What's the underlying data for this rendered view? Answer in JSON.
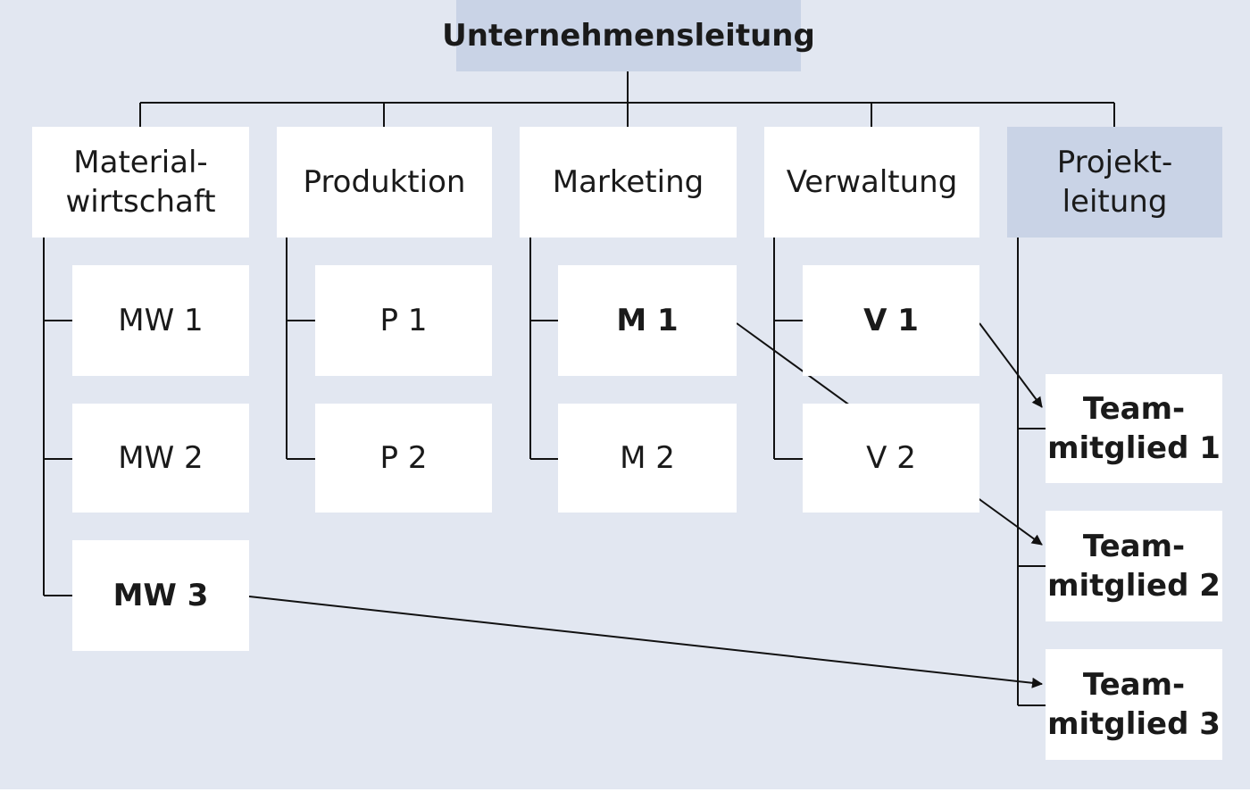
{
  "colors": {
    "background": "#e2e7f1",
    "highlight_box": "#c9d3e6",
    "box": "#ffffff",
    "line": "#111111"
  },
  "top": {
    "label": "Unternehmensleitung"
  },
  "departments": [
    {
      "label": "Material-\nwirtschaft",
      "units": [
        "MW 1",
        "MW 2",
        "MW 3"
      ]
    },
    {
      "label": "Produktion",
      "units": [
        "P 1",
        "P 2"
      ]
    },
    {
      "label": "Marketing",
      "units": [
        "M 1",
        "M 2"
      ]
    },
    {
      "label": "Verwaltung",
      "units": [
        "V 1",
        "V 2"
      ]
    }
  ],
  "project": {
    "label": "Projekt-\nleitung",
    "members": [
      "Team-\nmitglied 1",
      "Team-\nmitglied 2",
      "Team-\nmitglied 3"
    ]
  },
  "assignments": [
    {
      "from": "V 1",
      "to": "Team-\nmitglied 1"
    },
    {
      "from": "M 1",
      "to": "Team-\nmitglied 2"
    },
    {
      "from": "MW 3",
      "to": "Team-\nmitglied 3"
    }
  ]
}
